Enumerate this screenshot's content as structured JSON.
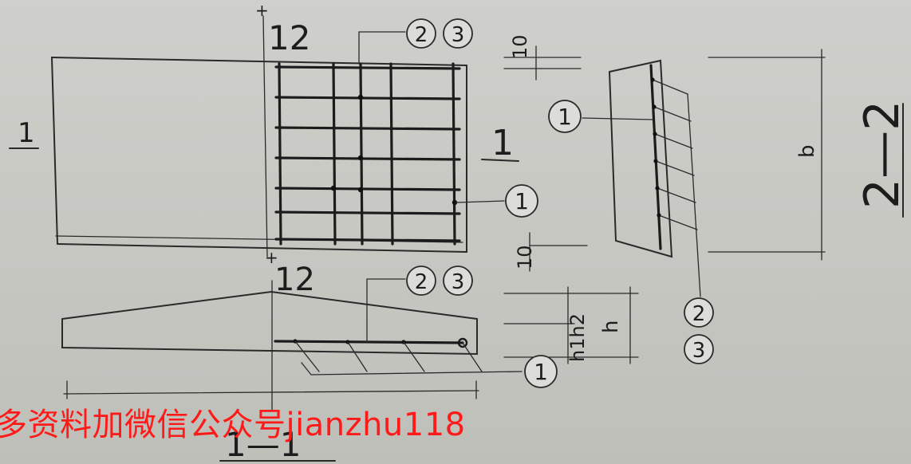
{
  "labels": {
    "dim_12_top": "12",
    "dim_12_mid": "12",
    "section_1_left": "1",
    "section_1_right": "1",
    "section_1_1": "1—1",
    "section_2_2": "2—2",
    "dim_10_top": "10",
    "dim_10_bottom": "10",
    "dim_b": "b",
    "dim_h": "h",
    "dim_h1h2": "h1h2"
  },
  "markers": {
    "m1": "1",
    "m2": "2",
    "m3": "3"
  },
  "watermark": "多资料加微信公众号jianzhu118"
}
